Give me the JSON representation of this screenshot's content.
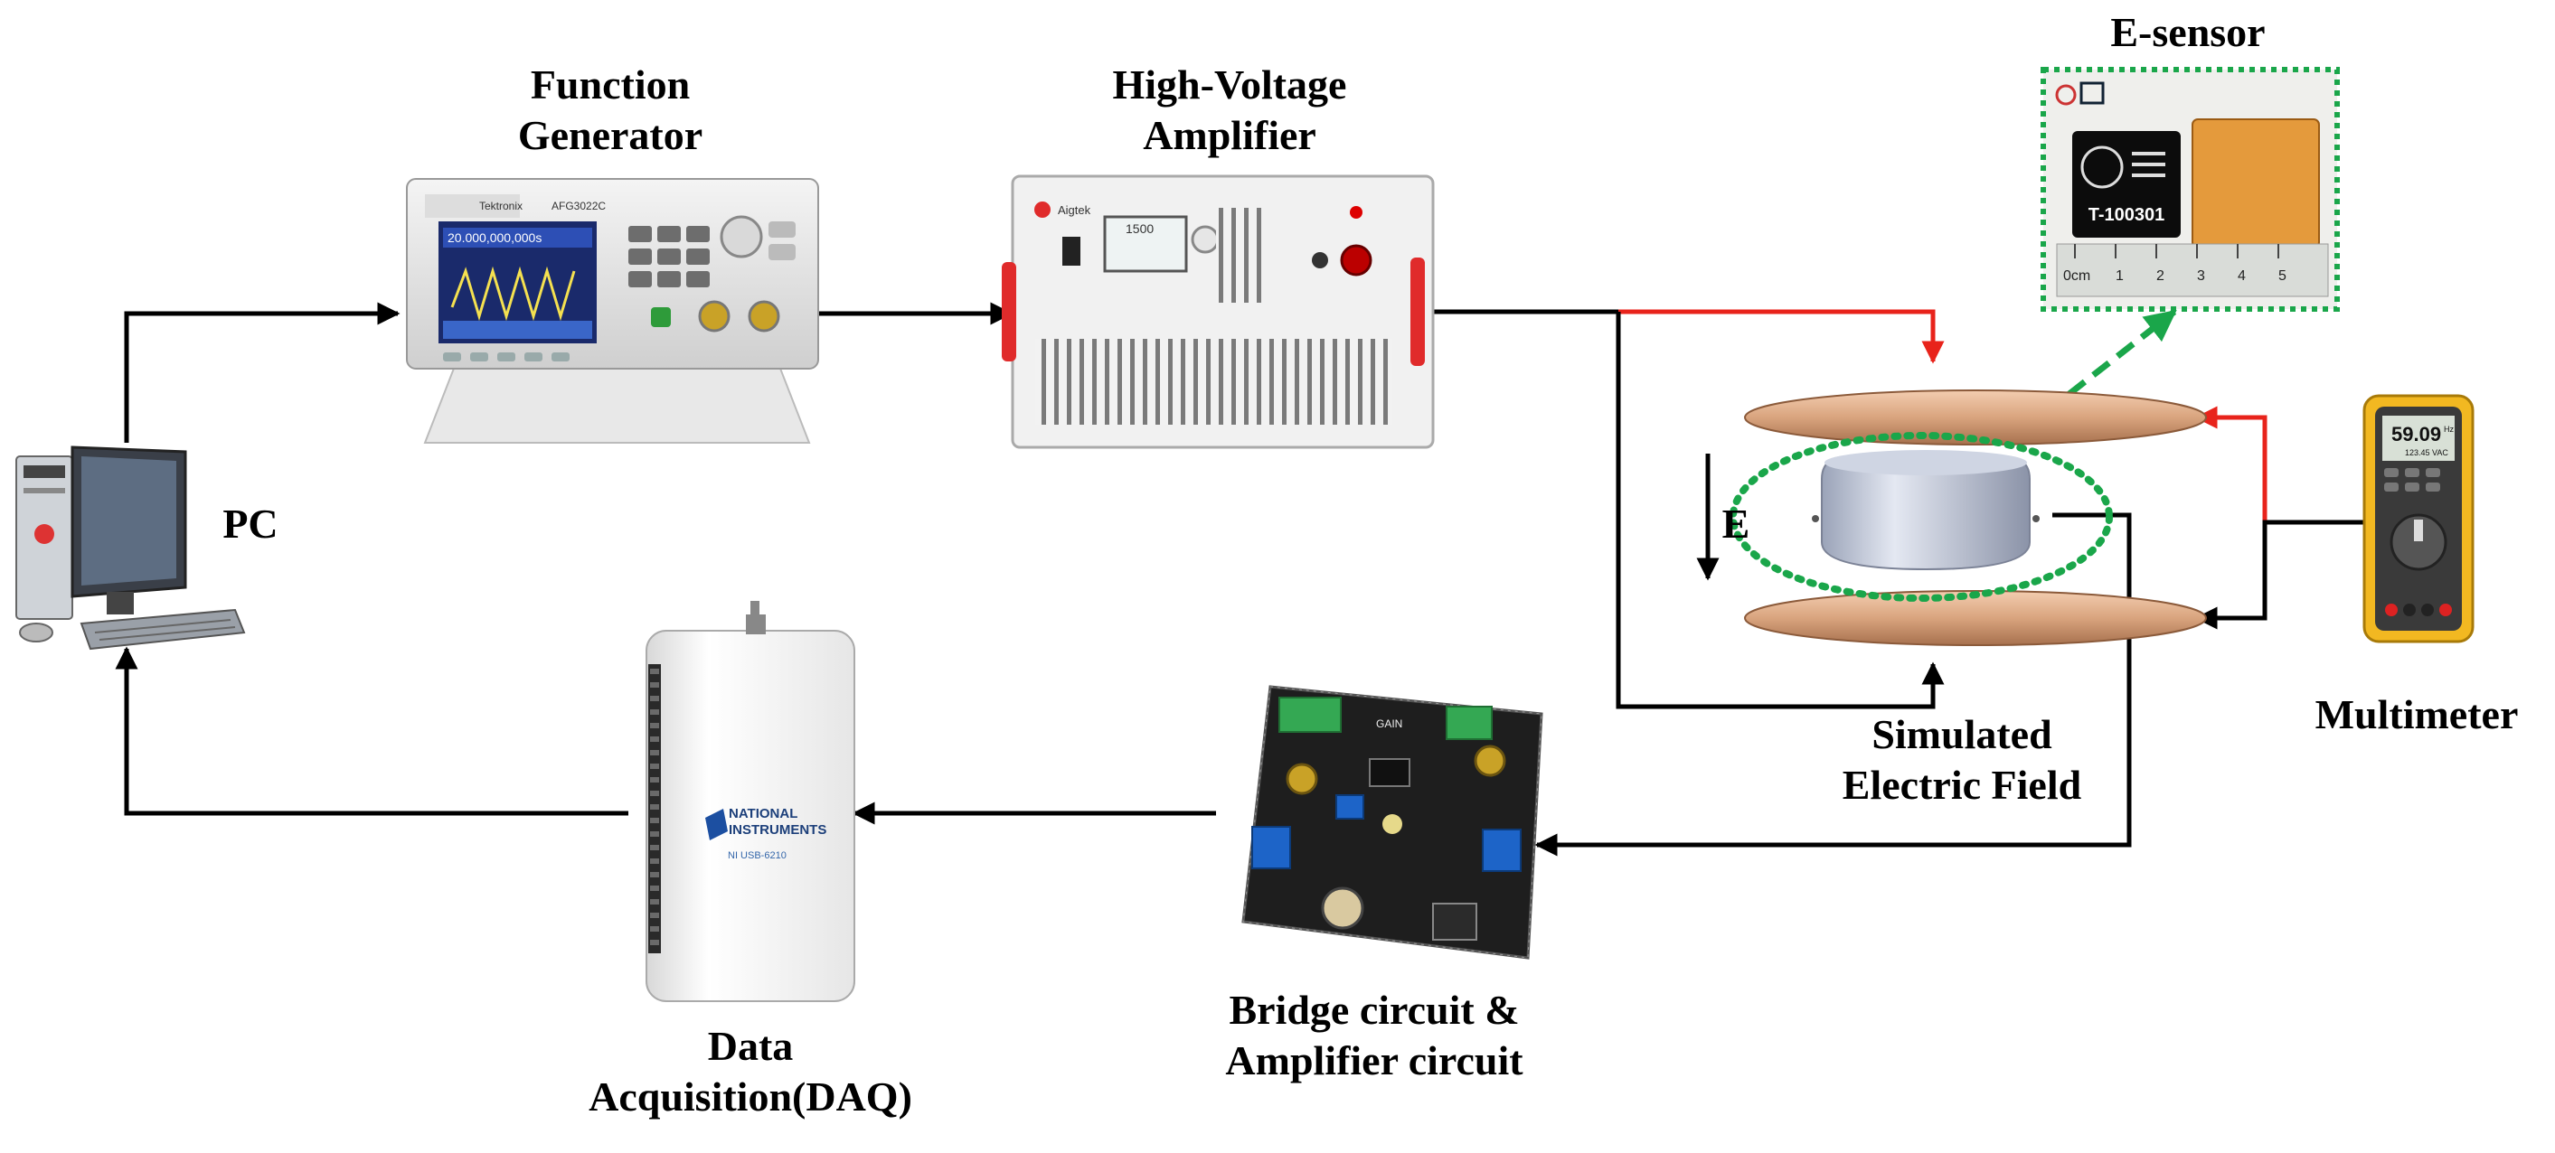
{
  "labels": {
    "function_generator": [
      "Function",
      "Generator"
    ],
    "hv_amplifier": [
      "High-Voltage",
      "Amplifier"
    ],
    "e_sensor": "E-sensor",
    "pc": "PC",
    "multimeter": "Multimeter",
    "simulated_field": [
      "Simulated",
      "Electric Field"
    ],
    "field_symbol": "E",
    "bridge_circuit": [
      "Bridge circuit &",
      "Amplifier circuit"
    ],
    "daq": [
      "Data",
      "Acquisition(DAQ)"
    ]
  },
  "devices": {
    "function_generator_brand": "Tektronix",
    "function_generator_model": "AFG3022C",
    "function_generator_display": "20.000,000,000s",
    "hv_amplifier_brand": "Aigtek",
    "hv_amplifier_display": "1500",
    "sensor_chip_label": "T-100301",
    "ruler_unit": "0cm",
    "ruler_numbers": [
      "1",
      "2",
      "3",
      "4",
      "5"
    ],
    "multimeter_reading": "59.09",
    "multimeter_unit": "Hz",
    "multimeter_subreading": "123.45 VAC",
    "daq_brand": [
      "NATIONAL",
      "INSTRUMENTS"
    ],
    "daq_model": "NI USB-6210",
    "circuit_board_label": "GAIN"
  },
  "colors": {
    "wire_black": "#000000",
    "wire_red": "#e8231b",
    "sensor_link_green": "#1aa64a",
    "plate_copper": "#d9a47e",
    "multimeter_yellow": "#f2b821",
    "board_dark": "#1e1e1e"
  }
}
